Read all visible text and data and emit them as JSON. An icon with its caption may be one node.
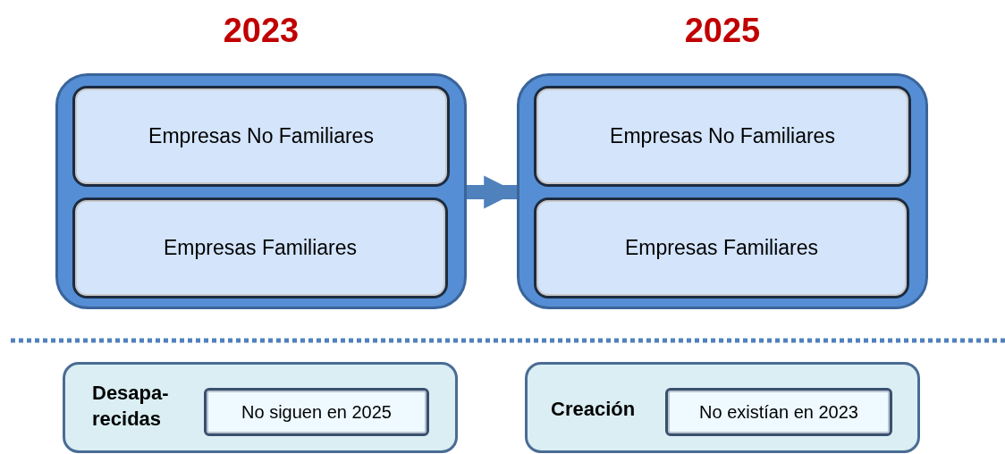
{
  "diagram": {
    "nodes": [
      {
        "text": [
          "2023"
        ]
      },
      {
        "text": [
          "Empresas No Familiares"
        ],
        "in": 0
      },
      {
        "text": [
          "Empresas Familiares"
        ],
        "in": 0
      },
      {
        "text": [
          "2025"
        ]
      },
      {
        "text": [
          "Empresas No Familiares"
        ],
        "in": 3
      },
      {
        "text": [
          "Empresas Familiares"
        ],
        "in": 3
      },
      {
        "text": [
          "Desapa- recidas"
        ]
      },
      {
        "text": [
          "No siguen en 2025"
        ],
        "in": 6
      },
      {
        "text": [
          "Creación"
        ]
      },
      {
        "text": [
          "No existían en 2023"
        ],
        "in": 8
      }
    ],
    "edges": [
      {
        "from": 0,
        "to": 3,
        "arrow": "to"
      }
    ]
  }
}
